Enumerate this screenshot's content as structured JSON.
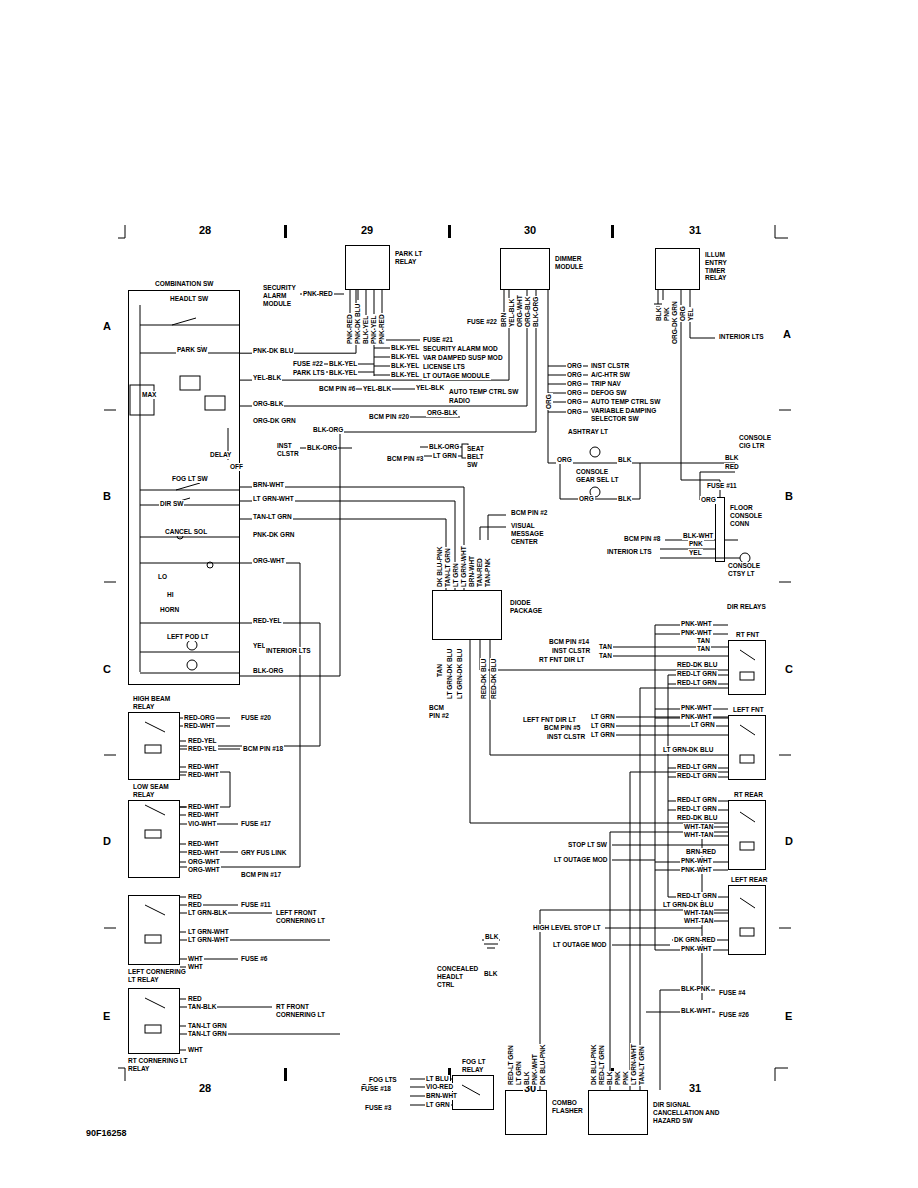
{
  "diagram": {
    "nodes": [
      {
        "text": [
          "PARK LT RELAY"
        ]
      },
      {
        "text": [
          "DIMMER MODULE"
        ]
      },
      {
        "text": [
          "ILLUM ENTRY TIMER RELAY"
        ]
      },
      {
        "text": [
          "COMBINATION SW",
          "HEADLT SW",
          "PARK SW",
          "MAX",
          "DELAY",
          "OFF",
          "FOG LT SW",
          "DIR SW",
          "CANCEL SOL",
          "LO",
          "HI",
          "HORN",
          "LEFT POD LT"
        ]
      },
      {
        "text": [
          "DIODE PACKAGE"
        ]
      },
      {
        "text": [
          "RT FNT"
        ]
      },
      {
        "text": [
          "LEFT FNT"
        ]
      },
      {
        "text": [
          "RT REAR"
        ]
      },
      {
        "text": [
          "LEFT REAR"
        ]
      },
      {
        "text": [
          "HIGH BEAM RELAY"
        ]
      },
      {
        "text": [
          "LOW SEAM RELAY"
        ]
      },
      {
        "text": [
          "LEFT CORNERING LT RELAY"
        ]
      },
      {
        "text": [
          "RT CORNERING LT RELAY"
        ]
      },
      {
        "text": [
          "FOG LT RELAY"
        ]
      },
      {
        "text": [
          "COMBO FLASHER"
        ]
      },
      {
        "text": [
          "DIR SIGNAL CANCELLATION AND HAZARD SW"
        ]
      },
      {
        "text": [
          "FLOOR CONSOLE CONN"
        ]
      }
    ],
    "edges": [
      {
        "from": 3,
        "to": 0,
        "arrow": "none"
      },
      {
        "from": 3,
        "to": 1,
        "arrow": "none"
      },
      {
        "from": 3,
        "to": 1,
        "arrow": "none"
      },
      {
        "from": 3,
        "to": 4,
        "arrow": "none"
      },
      {
        "from": 3,
        "to": 4,
        "arrow": "none"
      },
      {
        "from": 3,
        "to": 4,
        "arrow": "none"
      },
      {
        "from": 3,
        "to": 9,
        "arrow": "none"
      },
      {
        "from": 9,
        "to": 10,
        "arrow": "none"
      },
      {
        "from": 3,
        "to": 10,
        "arrow": "none"
      },
      {
        "from": 4,
        "to": 5,
        "arrow": "none"
      },
      {
        "from": 4,
        "to": 6,
        "arrow": "none"
      },
      {
        "from": 4,
        "to": 7,
        "arrow": "none"
      },
      {
        "from": 14,
        "to": 8,
        "arrow": "none"
      },
      {
        "from": 15,
        "to": 7,
        "arrow": "none"
      },
      {
        "from": 2,
        "to": 16,
        "arrow": "none"
      },
      {
        "from": 15,
        "to": 5,
        "arrow": "none"
      },
      {
        "from": 15,
        "to": 6,
        "arrow": "none"
      }
    ],
    "labels": [
      "28",
      "29",
      "30",
      "31",
      "A",
      "A",
      "B",
      "B",
      "C",
      "C",
      "D",
      "D",
      "E",
      "E",
      "28",
      "29",
      "30",
      "31",
      "90F16258",
      "SECURITY ALARM MODULE",
      "PNK-RED",
      "PNK-RED",
      "PNK-DK BLU",
      "BLK-YEL",
      "PNK-YEL",
      "PNK-RED",
      "FUSE #21",
      "BLK-YEL",
      "SECURITY ALARM MOD",
      "BLK-YEL",
      "VAR DAMPED SUSP MOD",
      "BLK-YEL",
      "LICENSE LTS",
      "BLK-YEL",
      "LT OUTAGE MODULE",
      "PNK-DK BLU",
      "FUSE #22",
      "BLK-YEL",
      "PARK LTS",
      "BLK-YEL",
      "YEL-BLK",
      "BCM PIN #6",
      "YEL-BLK",
      "YEL-BLK",
      "AUTO TEMP CTRL SW",
      "RADIO",
      "ORG-BLK",
      "BCM PIN #20",
      "ORG-BLK",
      "ORG-DK GRN",
      "BLK-ORG",
      "INST CLSTR",
      "BLK-ORG",
      "BLK-ORG",
      "LT GRN",
      "BCM PIN #3",
      "SEAT BELT SW",
      "FUSE #22",
      "BRN",
      "YEL-BLK",
      "ORG-WHT",
      "ORG-BLK",
      "BLK-ORG",
      "ORG",
      "ORG",
      "INST CLSTR",
      "ORG",
      "A/C-HTR SW",
      "ORG",
      "TRIP NAV",
      "ORG",
      "DEFOG SW",
      "ORG",
      "AUTO TEMP CTRL SW",
      "ORG",
      "VARIABLE DAMPING SELECTOR SW",
      "BLK",
      "PNK",
      "ORG-DK GRN",
      "ORG",
      "YEL",
      "INTERIOR LTS",
      "ASHTRAY LT",
      "ORG",
      "BLK",
      "CONSOLE CIG LTR",
      "BLK",
      "RED",
      "CONSOLE GEAR SEL LT",
      "ORG",
      "BLK",
      "FUSE #11",
      "ORG",
      "BCM PIN #8",
      "BLK-WHT",
      "PNK",
      "YEL",
      "INTERIOR LTS",
      "CONSOLE CTSY LT",
      "BRN-WHT",
      "LT GRN-WHT",
      "TAN-LT GRN",
      "PNK-DK GRN",
      "ORG-WHT",
      "RED-YEL",
      "YEL",
      "INTERIOR LTS",
      "BLK-ORG",
      "BCM PIN #2",
      "VISUAL MESSAGE CENTER",
      "DK BLU-PNK",
      "TAN-LT GRN",
      "LT GRN",
      "LT GRN-WHT",
      "BRN-WHT",
      "TAN-RED",
      "TAN-PNK",
      "TAN",
      "LT GRN-DK BLU",
      "LT GRN-DK BLU",
      "RED-DK BLU",
      "RED-DK BLU",
      "BCM PIN #2",
      "DIR RELAYS",
      "PNK-WHT",
      "PNK-WHT",
      "TAN",
      "TAN",
      "RED-DK BLU",
      "RED-LT GRN",
      "RED-LT GRN",
      "BCM PIN #14",
      "TAN",
      "INST CLSTR",
      "TAN",
      "RT FNT DIR LT",
      "PNK-WHT",
      "PNK-WHT",
      "LT GRN",
      "LT GRN-DK BLU",
      "RED-LT GRN",
      "RED-LT GRN",
      "LEFT FNT DIR LT",
      "LT GRN",
      "BCM PIN #5",
      "LT GRN",
      "INST CLSTR",
      "LT GRN",
      "RED-LT GRN",
      "RED-LT GRN",
      "RED-DK BLU",
      "WHT-TAN",
      "WHT-TAN",
      "STOP LT SW",
      "LT OUTAGE MOD",
      "BRN-RED",
      "PNK-WHT",
      "PNK-WHT",
      "RED-LT GRN",
      "LT GRN-DK BLU",
      "WHT-TAN",
      "WHT-TAN",
      "HIGH LEVEL STOP LT",
      "BLK",
      "LT OUTAGE MOD",
      "DK GRN-RED",
      "PNK-WHT",
      "CONCEALED HEADLT CTRL",
      "BLK",
      "BLK-PNK",
      "FUSE #4",
      "BLK-WHT",
      "FUSE #26",
      "RED-ORG",
      "FUSE #20",
      "RED-WHT",
      "RED-YEL",
      "RED-YEL",
      "BCM PIN #18",
      "RED-WHT",
      "RED-WHT",
      "RED-WHT",
      "RED-WHT",
      "VIO-WHT",
      "FUSE #17",
      "RED-WHT",
      "RED-WHT",
      "GRY FUS LINK",
      "ORG-WHT",
      "ORG-WHT",
      "BCM PIN #17",
      "RED",
      "RED",
      "FUSE #11",
      "LT GRN-BLK",
      "LEFT FRONT CORNERING LT",
      "LT GRN-WHT",
      "LT GRN-WHT",
      "WHT",
      "FUSE #6",
      "WHT",
      "RED",
      "TAN-BLK",
      "RT FRONT CORNERING LT",
      "TAN-LT GRN",
      "TAN-LT GRN",
      "WHT",
      "FOG LTS",
      "LT BLU",
      "FUSE #18",
      "VIO-RED",
      "BRN-WHT",
      "FUSE #3",
      "LT GRN",
      "RED-LT GRN",
      "LT GRN",
      "BLK",
      "PNK-WHT",
      "DK BLU-PNK",
      "DK BLU-PNK",
      "RED-LT GRN",
      "BLK",
      "PNK",
      "PNK",
      "LT GRN-WHT",
      "TAN-LT GRN"
    ]
  }
}
